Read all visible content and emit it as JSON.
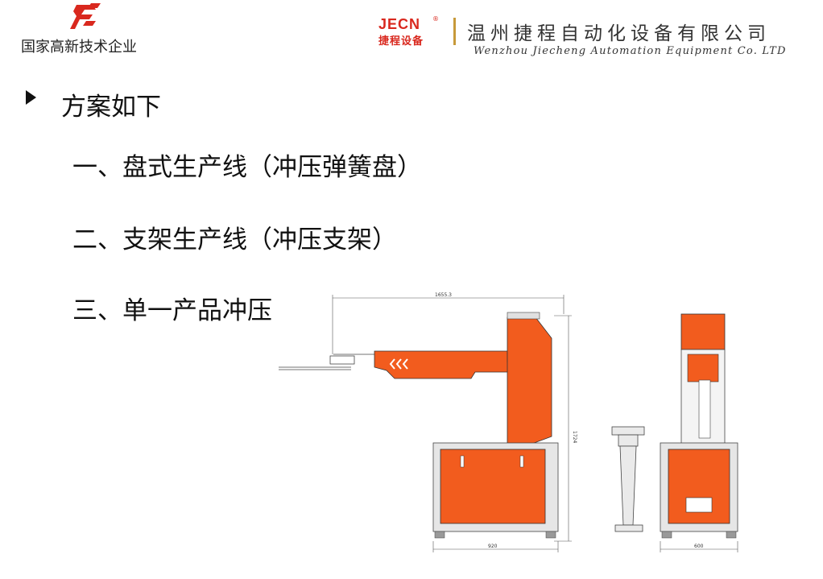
{
  "header": {
    "tagline": "国家高新技术企业",
    "brand": {
      "name_en": "JECN",
      "reg_mark": "®",
      "name_cn": "捷程设备"
    },
    "company_cn": "温州捷程自动化设备有限公司",
    "company_en": "Wenzhou Jiecheng Automation Equipment Co. LTD"
  },
  "content": {
    "heading": "方案如下",
    "items": [
      "一、盘式生产线（冲压弹簧盘）",
      "二、支架生产线（冲压支架）",
      "三、单一产品冲压"
    ]
  },
  "drawing": {
    "dim_top": "1655.3",
    "dim_height": "1724",
    "dim_base_width": "920",
    "dim_side_width": "600"
  },
  "colors": {
    "brand_red": "#d9281e",
    "machine_orange": "#f25c1e",
    "divider_gold": "#c79a3a"
  }
}
